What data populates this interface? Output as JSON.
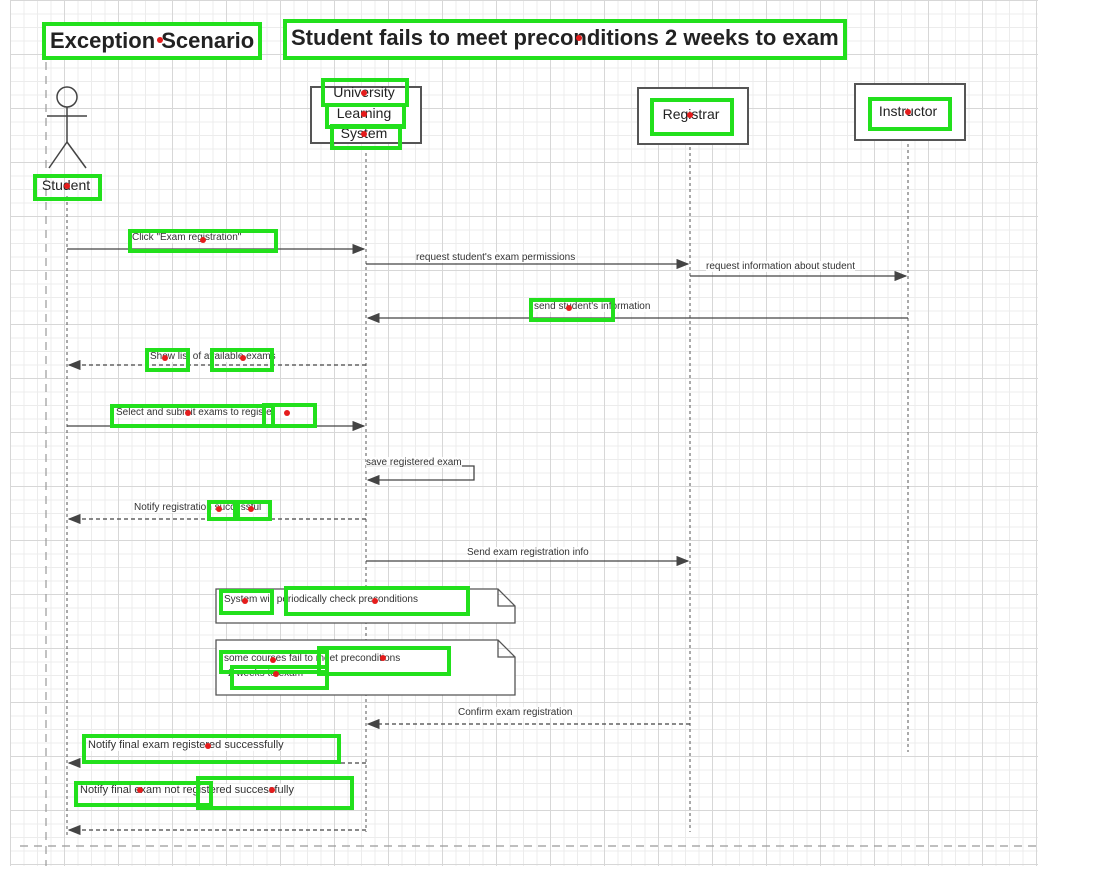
{
  "title": {
    "part1": "Exception Scenario",
    "part2": "Student  fails to meet preconditions 2 weeks to exam"
  },
  "participants": {
    "student": "Student",
    "uls_line1": "University",
    "uls_line2": "Learning",
    "uls_line3": "System",
    "registrar": "Registrar",
    "instructor": "Instructor"
  },
  "messages": {
    "m1": "Click \"Exam registration\"",
    "m2": "request student's exam permissions",
    "m3": "request information about student",
    "m4": "send student's information",
    "m5": "Show list of available exams",
    "m6": "Select and submit exams to register",
    "m7": "save registered exam",
    "m8": "Notify registration successful",
    "m9": "Send exam registration info",
    "m10": "Confirm exam registration",
    "m11": "Notify final exam registered successfully",
    "m12": "Notify final exam not registered successfully"
  },
  "notes": {
    "n1": "System will periodically check preconditions",
    "n2_line1": "some courses fail to meet preconditions",
    "n2_line2": "2 weeks to exam"
  },
  "colors": {
    "highlight": "#22e01c",
    "marker": "#e51c1c",
    "line": "#444444"
  }
}
